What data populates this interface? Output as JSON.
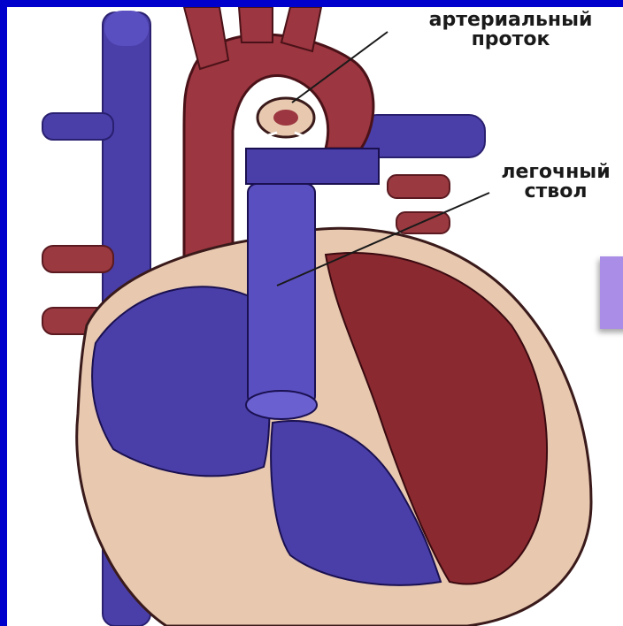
{
  "labels": {
    "ductus_arteriosus": [
      "артериальный",
      "проток"
    ],
    "pulmonary_trunk": [
      "легочный",
      "ствол"
    ]
  },
  "colors": {
    "frame": "#0000cc",
    "vein_blue": "#4a3fa8",
    "artery_red": "#8a2a30",
    "muscle_tan": "#e8c9b0",
    "box_lavender": "#a98de6"
  }
}
